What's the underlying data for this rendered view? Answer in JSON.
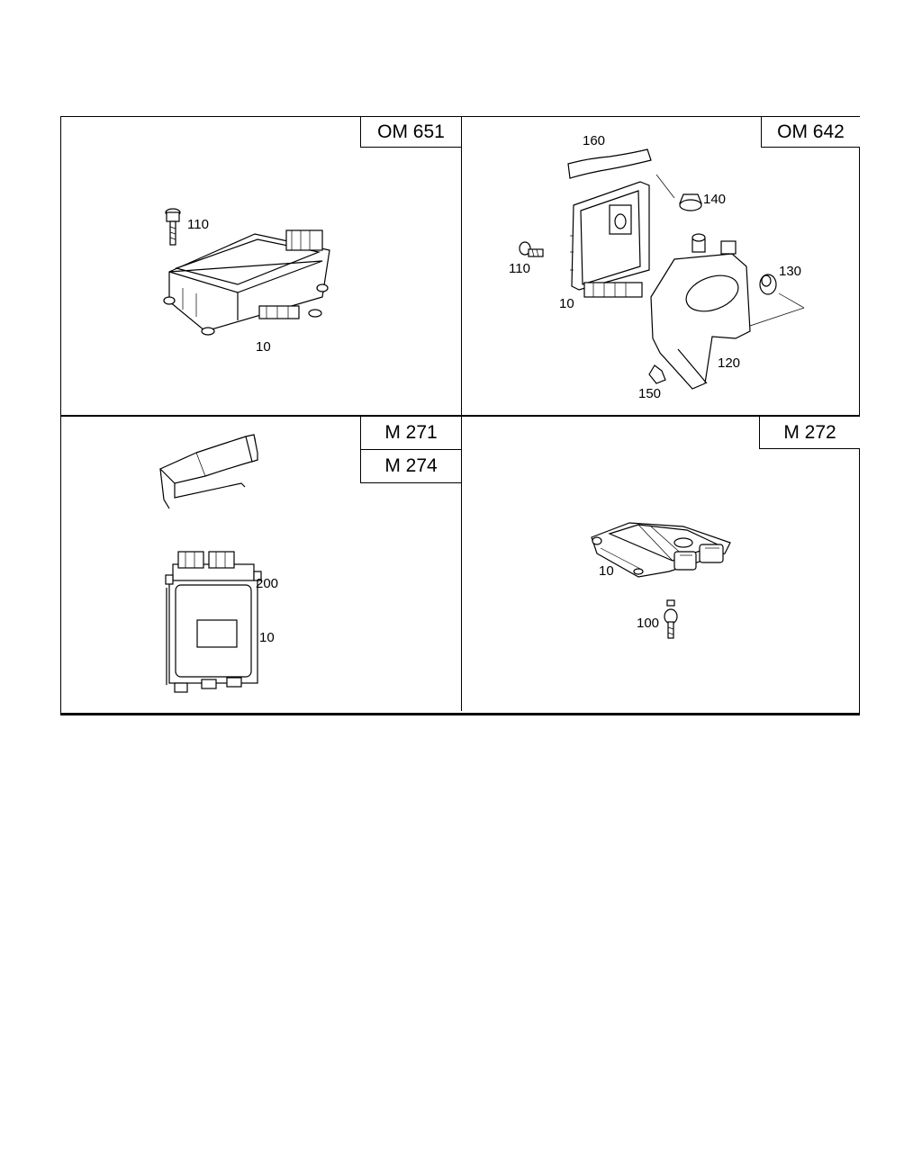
{
  "panels": {
    "top_left": {
      "engine": "OM 651",
      "callouts": {
        "bolt": "110",
        "ecu": "10"
      }
    },
    "top_right": {
      "engine": "OM 642",
      "callouts": {
        "cover": "160",
        "nut": "140",
        "bolt": "110",
        "cap": "130",
        "ecu": "10",
        "bracket": "120",
        "clip": "150"
      }
    },
    "bottom_left": {
      "engines": [
        "M 271",
        "M 274"
      ],
      "callouts": {
        "cover": "200",
        "ecu": "10"
      }
    },
    "bottom_right": {
      "engine": "M 272",
      "callouts": {
        "ecu": "10",
        "bolt": "100"
      }
    }
  }
}
